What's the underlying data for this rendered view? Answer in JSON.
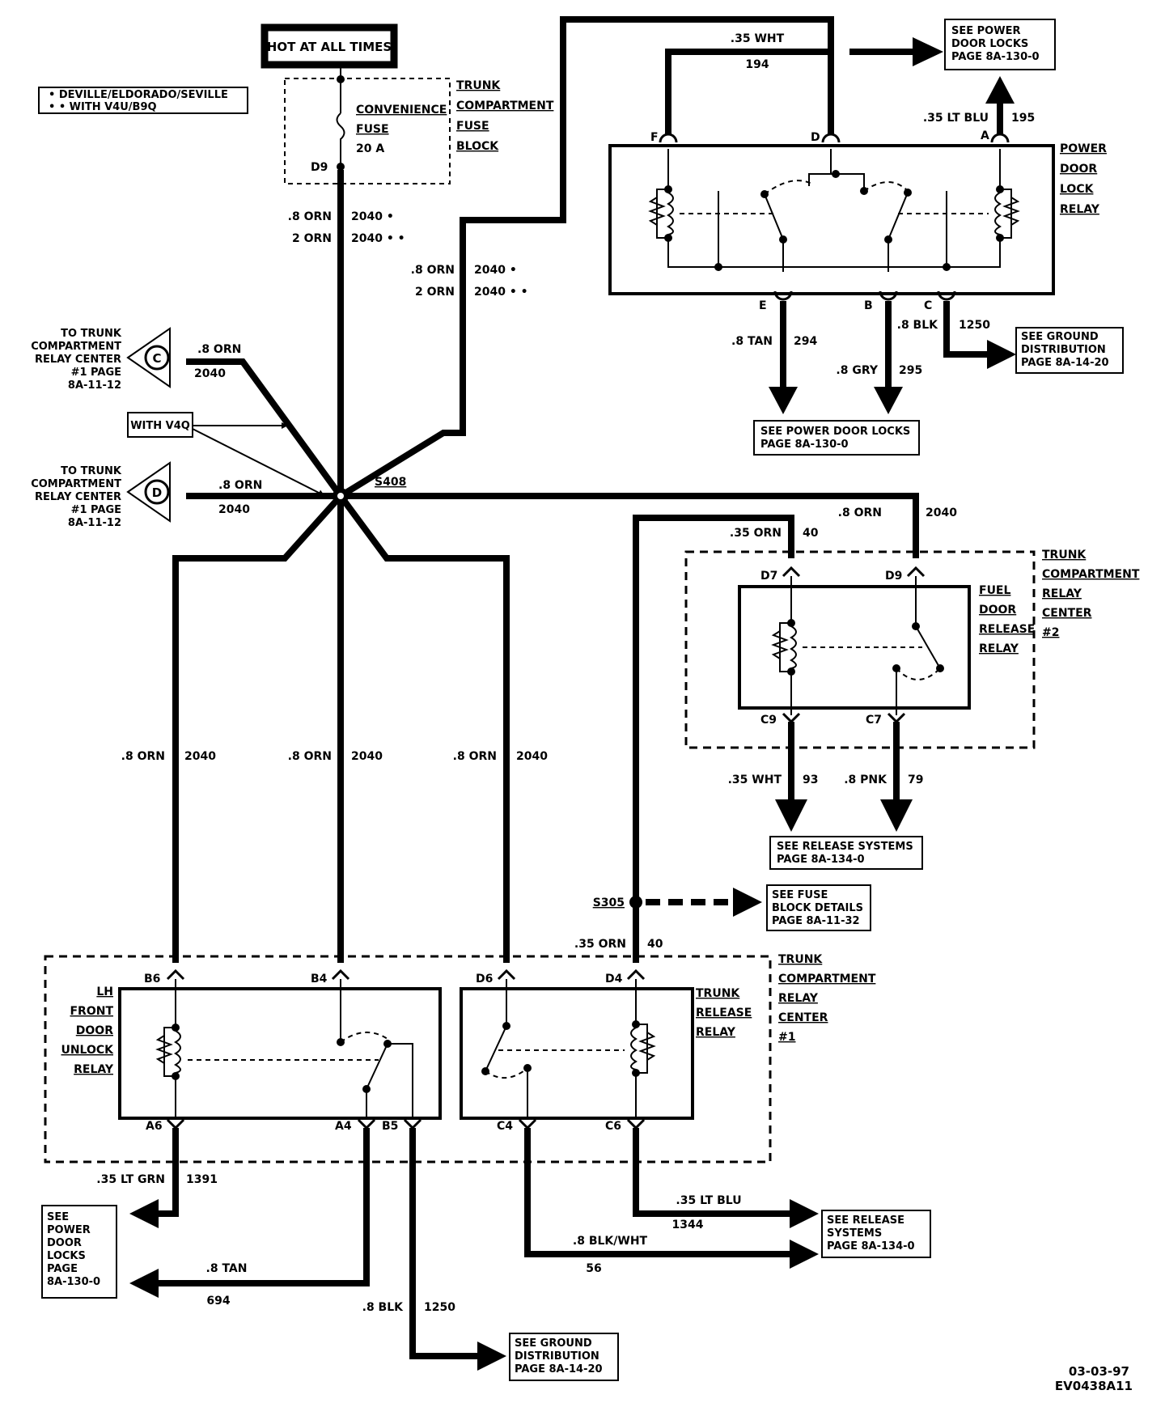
{
  "legend": {
    "line1": "• DEVILLE/ELDORADO/SEVILLE",
    "line2": "• • WITH V4U/B9Q"
  },
  "hot_label": "HOT AT ALL TIMES",
  "fuse": {
    "name_line1": "CONVENIENCE",
    "name_line2": "FUSE",
    "rating": "20 A",
    "terminal": "D9",
    "block_line1": "TRUNK",
    "block_line2": "COMPARTMENT",
    "block_line3": "FUSE",
    "block_line4": "BLOCK"
  },
  "wires": {
    "w_fuse_a": ".8 ORN",
    "w_fuse_a_id": "2040 •",
    "w_fuse_b": "2 ORN",
    "w_fuse_b_id": "2040 • •",
    "w_up_a": ".8 ORN",
    "w_up_a_id": "2040 •",
    "w_up_b": "2 ORN",
    "w_up_b_id": "2040 • •",
    "w_c": ".8 ORN",
    "w_c_id": "2040",
    "w_d": ".8 ORN",
    "w_d_id": "2040",
    "w_fuel": ".8 ORN",
    "w_fuel_id": "2040",
    "w_b6": ".8 ORN",
    "w_b6_id": "2040",
    "w_b4": ".8 ORN",
    "w_b4_id": "2040",
    "w_d6": ".8 ORN",
    "w_d6_id": "2040",
    "w_40_top": ".35 ORN",
    "w_40_top_id": "40",
    "w_40_bot": ".35 ORN",
    "w_40_bot_id": "40",
    "w_194": ".35 WHT",
    "w_194_id": "194",
    "w_195": ".35 LT BLU",
    "w_195_id": "195",
    "w_294": ".8 TAN",
    "w_294_id": "294",
    "w_295": ".8 GRY",
    "w_295_id": "295",
    "w_1250_top": ".8 BLK",
    "w_1250_top_id": "1250",
    "w_93": ".35 WHT",
    "w_93_id": "93",
    "w_79": ".8 PNK",
    "w_79_id": "79",
    "w_1391": ".35 LT GRN",
    "w_1391_id": "1391",
    "w_694": ".8 TAN",
    "w_694_id": "694",
    "w_1250_bot": ".8 BLK",
    "w_1250_bot_id": "1250",
    "w_1344": ".35 LT BLU",
    "w_1344_id": "1344",
    "w_56": ".8 BLK/WHT",
    "w_56_id": "56"
  },
  "splices": {
    "s408": "S408",
    "s305": "S305"
  },
  "with_v4q": "WITH V4Q",
  "conn_c": {
    "letter": "C",
    "line1": "TO TRUNK",
    "line2": "COMPARTMENT",
    "line3": "RELAY CENTER",
    "line4": "#1 PAGE",
    "line5": "8A-11-12"
  },
  "conn_d": {
    "letter": "D",
    "line1": "TO TRUNK",
    "line2": "COMPARTMENT",
    "line3": "RELAY CENTER",
    "line4": "#1 PAGE",
    "line5": "8A-11-12"
  },
  "power_lock_relay": {
    "line1": "POWER",
    "line2": "DOOR",
    "line3": "LOCK",
    "line4": "RELAY",
    "t_f": "F",
    "t_d": "D",
    "t_a": "A",
    "t_e": "E",
    "t_b": "B",
    "t_c": "C"
  },
  "fuel_relay": {
    "line1": "FUEL",
    "line2": "DOOR",
    "line3": "RELEASE",
    "line4": "RELAY",
    "t_d7": "D7",
    "t_d9": "D9",
    "t_c9": "C9",
    "t_c7": "C7"
  },
  "relay_center_2": {
    "line1": "TRUNK",
    "line2": "COMPARTMENT",
    "line3": "RELAY",
    "line4": "CENTER",
    "line5": "#2"
  },
  "relay_center_1": {
    "line1": "TRUNK",
    "line2": "COMPARTMENT",
    "line3": "RELAY",
    "line4": "CENTER",
    "line5": "#1"
  },
  "lh_relay": {
    "line1": "LH",
    "line2": "FRONT",
    "line3": "DOOR",
    "line4": "UNLOCK",
    "line5": "RELAY",
    "t_b6": "B6",
    "t_b4": "B4",
    "t_a6": "A6",
    "t_a4": "A4",
    "t_b5": "B5"
  },
  "trunk_relay": {
    "line1": "TRUNK",
    "line2": "RELEASE",
    "line3": "RELAY",
    "t_d6": "D6",
    "t_d4": "D4",
    "t_c4": "C4",
    "t_c6": "C6"
  },
  "refs": {
    "pdl_top": {
      "line1": "SEE POWER",
      "line2": "DOOR LOCKS",
      "line3": "PAGE 8A-130-0"
    },
    "ground_top": {
      "line1": "SEE GROUND",
      "line2": "DISTRIBUTION",
      "line3": "PAGE 8A-14-20"
    },
    "pdl_mid": {
      "line1": "SEE POWER DOOR LOCKS",
      "line2": "PAGE 8A-130-0"
    },
    "release_mid": {
      "line1": "SEE RELEASE SYSTEMS",
      "line2": "PAGE 8A-134-0"
    },
    "fuse_details": {
      "line1": "SEE FUSE",
      "line2": "BLOCK DETAILS",
      "line3": "PAGE 8A-11-32"
    },
    "pdl_left": {
      "line1": "SEE",
      "line2": "POWER",
      "line3": "DOOR",
      "line4": "LOCKS",
      "line5": "PAGE",
      "line6": "8A-130-0"
    },
    "release_bot": {
      "line1": "SEE RELEASE",
      "line2": "SYSTEMS",
      "line3": "PAGE 8A-134-0"
    },
    "ground_bot": {
      "line1": "SEE GROUND",
      "line2": "DISTRIBUTION",
      "line3": "PAGE 8A-14-20"
    }
  },
  "footer": {
    "date": "03-03-97",
    "code": "EV0438A11"
  }
}
